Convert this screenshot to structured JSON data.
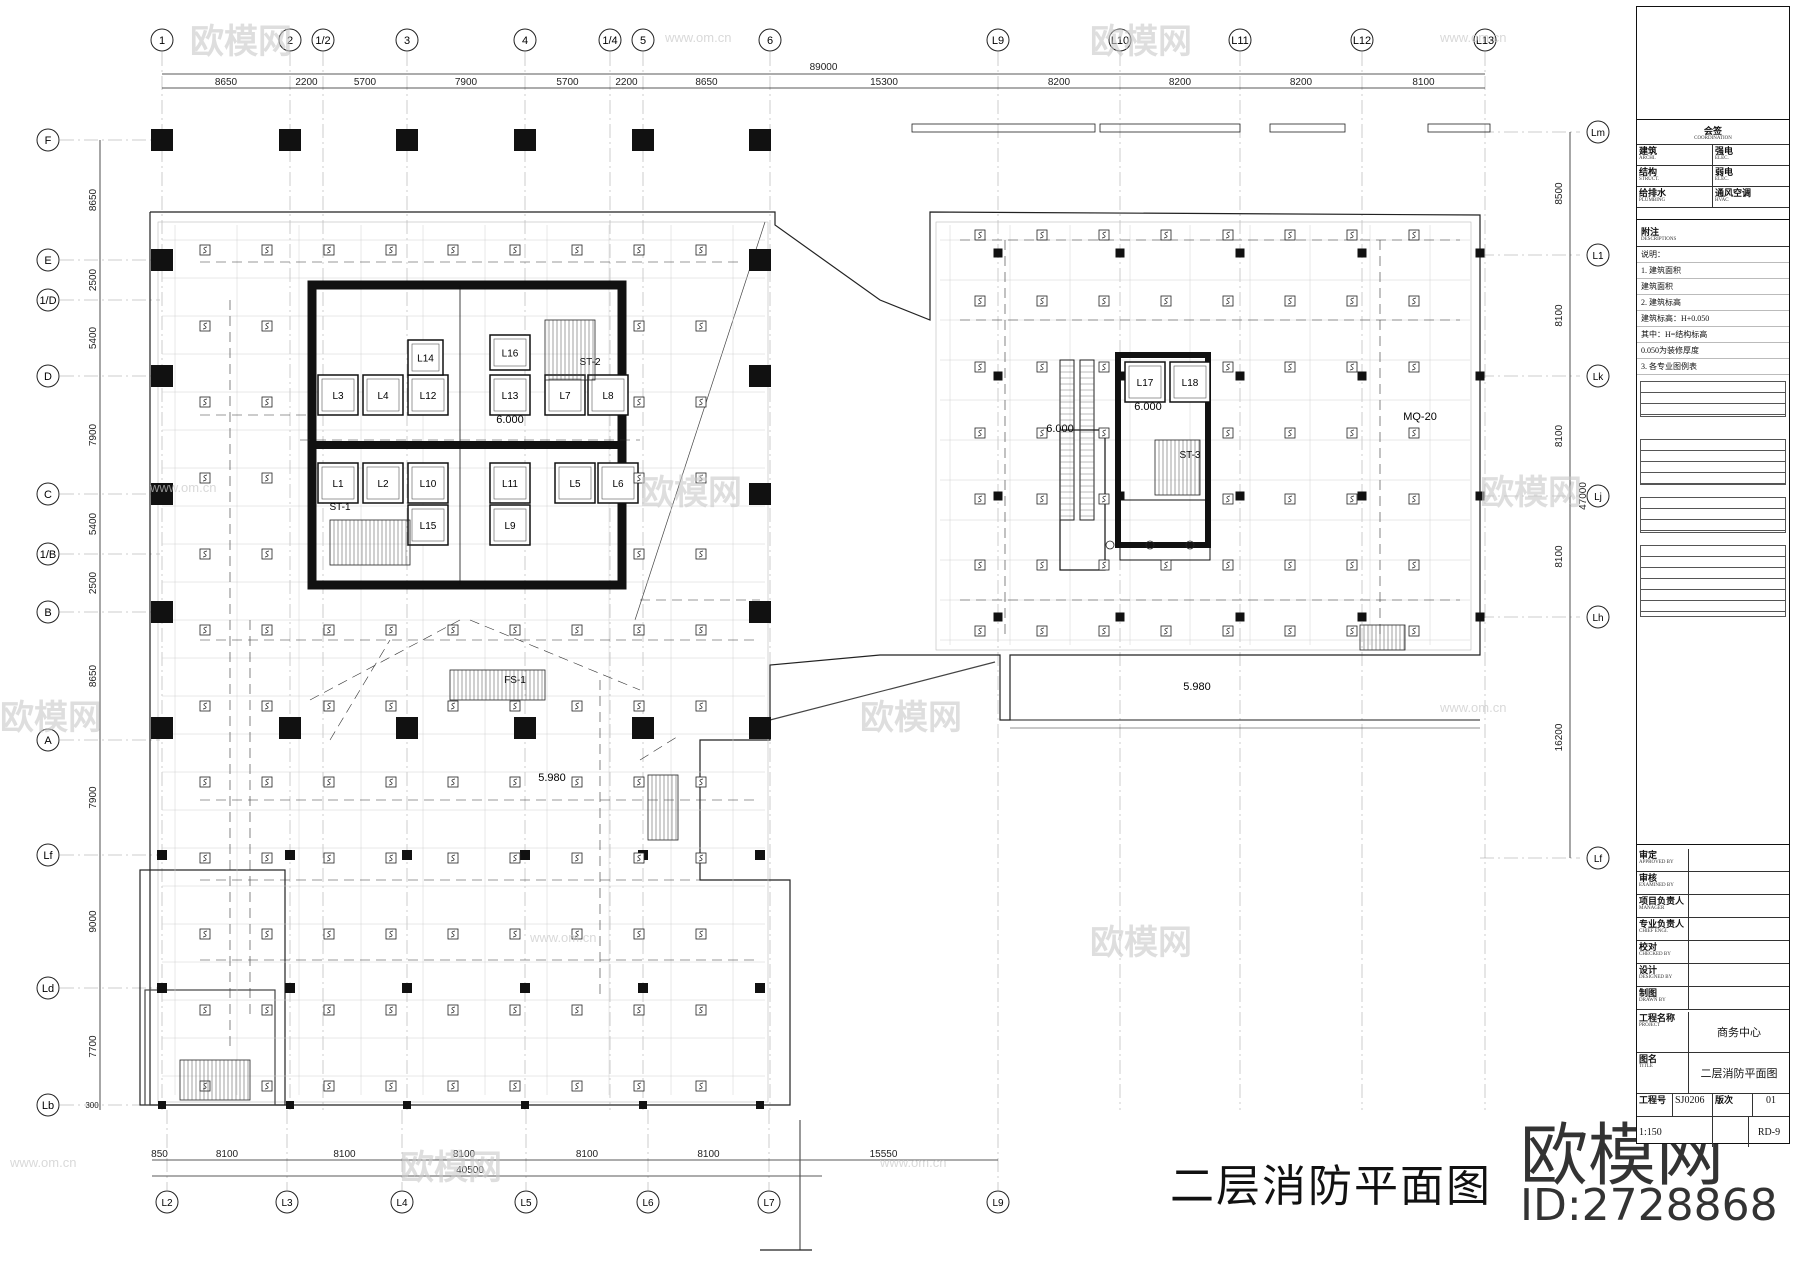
{
  "drawing": {
    "title": "二层消防平面图",
    "watermark_brand": "欧模网",
    "watermark_id": "ID:2728868",
    "watermark_url": "www.om.cn"
  },
  "grid": {
    "top_axis": [
      "1",
      "2",
      "1/2",
      "3",
      "4",
      "1/4",
      "5",
      "6",
      "L9",
      "L10",
      "L11",
      "L12",
      "L13"
    ],
    "top_dims": [
      "8650",
      "2200",
      "5700",
      "7900",
      "5700",
      "2200",
      "8650",
      "15300",
      "8200",
      "8200",
      "8200",
      "8100"
    ],
    "top_total": "89000",
    "left_axis": [
      "F",
      "E",
      "1/D",
      "D",
      "C",
      "1/B",
      "B",
      "A",
      "Lf",
      "Ld",
      "Lb"
    ],
    "left_dims": [
      "8650",
      "2500",
      "5400",
      "7900",
      "5400",
      "2500",
      "8650",
      "7900",
      "9000",
      "7700",
      "300"
    ],
    "right_axis": [
      "Lm",
      "L1",
      "Lk",
      "Lj",
      "Lh",
      "Lf"
    ],
    "right_dims": [
      "8500",
      "8100",
      "8100",
      "8100",
      "16200"
    ],
    "right_total": "47000",
    "bottom_axis": [
      "L2",
      "L3",
      "L4",
      "L5",
      "L6",
      "L7",
      "L9"
    ],
    "bottom_dims": [
      "850",
      "8100",
      "8100",
      "8100",
      "8100",
      "8100",
      "15550"
    ],
    "bottom_total": "40500"
  },
  "rooms": {
    "elevators": [
      "L1",
      "L2",
      "L3",
      "L4",
      "L5",
      "L6",
      "L7",
      "L8",
      "L9",
      "L10",
      "L11",
      "L12",
      "L13",
      "L14",
      "L15",
      "L16",
      "L17",
      "L18"
    ],
    "stairs": [
      "ST-1",
      "ST-2",
      "ST-3",
      "FS-1"
    ],
    "elevations": [
      "6.000",
      "6.000",
      "6.000",
      "5.980"
    ],
    "door_tag": "MQ-20"
  },
  "title_block": {
    "sign_header": {
      "cn": "会签",
      "en": "COORDINATION"
    },
    "sign_rows": [
      {
        "a_cn": "建筑",
        "a_en": "ARCHI.",
        "b_cn": "强电",
        "b_en": "ELEC."
      },
      {
        "a_cn": "结构",
        "a_en": "STRUCT.",
        "b_cn": "弱电",
        "b_en": "ELEC."
      },
      {
        "a_cn": "给排水",
        "a_en": "PLUMBING",
        "b_cn": "通风空调",
        "b_en": "HVAC"
      }
    ],
    "notes_header": {
      "cn": "附注",
      "en": "DESCRIPTIONS"
    },
    "notes": [
      "说明：",
      "1. 建筑面积",
      "建筑面积",
      "2. 建筑标高",
      "建筑标高：H+0.050",
      "其中：H=结构标高",
      "0.050为装修厚度",
      "3. 各专业图例表"
    ],
    "approval_rows": [
      {
        "cn": "审定",
        "en": "APPROVED BY"
      },
      {
        "cn": "审核",
        "en": "EXAMINED BY"
      },
      {
        "cn": "项目负责人",
        "en": "MANAGER"
      },
      {
        "cn": "专业负责人",
        "en": "CHIEF ENGI."
      },
      {
        "cn": "校对",
        "en": "CHECKED BY"
      },
      {
        "cn": "设计",
        "en": "DESIGNED BY"
      },
      {
        "cn": "制图",
        "en": "DRAWN BY"
      }
    ],
    "project_label": {
      "cn": "工程名称",
      "en": "PROJECT"
    },
    "project_name": "商务中心",
    "drawing_label": {
      "cn": "图名",
      "en": "TITLE"
    },
    "drawing_name": "二层消防平面图",
    "contract_label": "工程号",
    "contract_no": "SJ0206",
    "edition_label": "版次",
    "edition_no": "01",
    "sheet_no": "RD-9",
    "scale": "1:150"
  }
}
